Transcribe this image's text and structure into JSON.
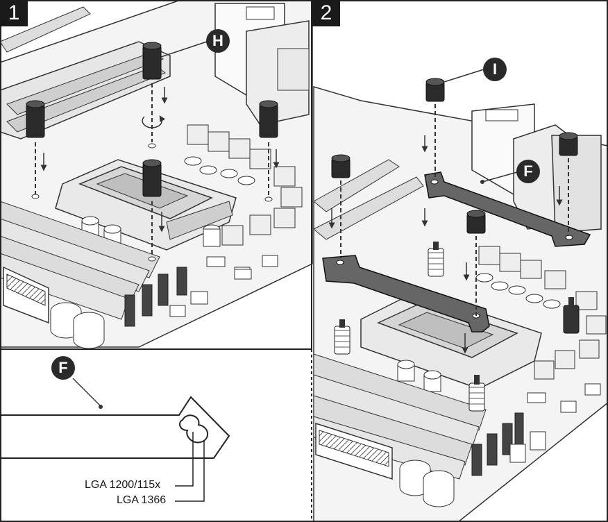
{
  "panels": [
    {
      "number": "1"
    },
    {
      "number": "2"
    }
  ],
  "callouts": {
    "standoff_part": "H",
    "nut_part": "I",
    "bracket_part_panel2": "F",
    "bracket_part_detail": "F"
  },
  "detail": {
    "hole_labels": [
      "LGA 1200/115x",
      "LGA 1366"
    ]
  }
}
